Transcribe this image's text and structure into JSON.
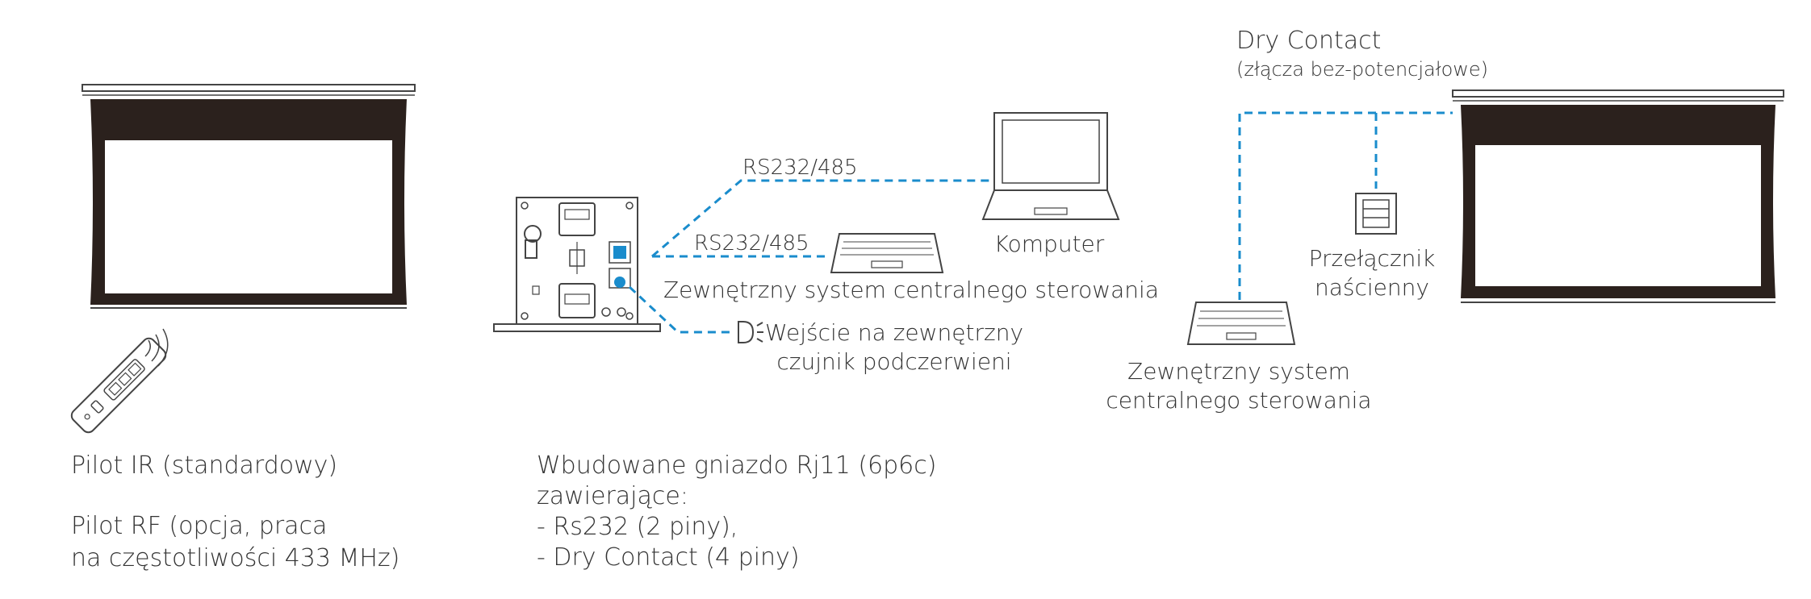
{
  "colors": {
    "line": "#1a8ccc",
    "accent": "#1a8ccc",
    "dark": "#2b211d",
    "text": "#333333",
    "outline": "#444444"
  },
  "labels": {
    "rs232_top": "RS232/485",
    "rs232_bottom": "RS232/485",
    "computer": "Komputer",
    "external_system": "Zewnętrzny system centralnego sterowania",
    "ir_input_line1": "Wejście na zewnętrzny",
    "ir_input_line2": "czujnik podczerwieni",
    "dry_contact_title": "Dry Contact",
    "dry_contact_subtitle": "(złącza bez-potencjałowe)",
    "wall_switch_line1": "Przełącznik",
    "wall_switch_line2": "naścienny",
    "right_system_line1": "Zewnętrzny system",
    "right_system_line2": "centralnego sterowania",
    "remote_ir": "Pilot IR (standardowy)",
    "remote_rf_line1": "Pilot RF (opcja, praca",
    "remote_rf_line2": "na częstotliwości 433 MHz)",
    "socket_line1": "Wbudowane gniazdo Rj11 (6p6c)",
    "socket_line2": "zawierające:",
    "socket_line3": "- Rs232 (2 piny),",
    "socket_line4": "- Dry Contact (4 piny)"
  },
  "icons": {
    "left_screen": "projection-screen-icon",
    "right_screen": "projection-screen-icon",
    "remote": "remote-control-icon",
    "controller": "controller-board-icon",
    "laptop": "laptop-icon",
    "keyboard": "control-panel-icon",
    "ir_sensor": "ir-sensor-icon",
    "wall_switch": "wall-switch-icon"
  }
}
